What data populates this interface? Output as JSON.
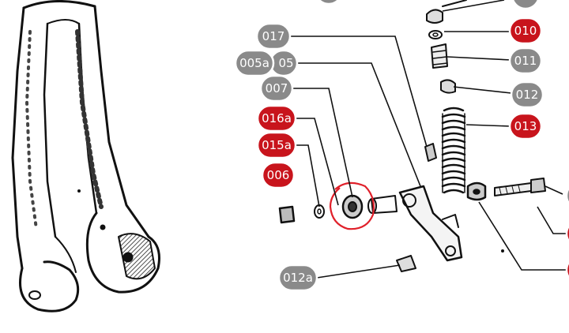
{
  "diagram": {
    "badge_colors": {
      "gray": "#8a8a8a",
      "red": "#c8141c",
      "ring": "#ffffff"
    },
    "callouts": [
      {
        "id": "017",
        "label": "017",
        "color": "gray"
      },
      {
        "id": "005a",
        "label": "005a",
        "color": "gray"
      },
      {
        "id": "05",
        "label": "05",
        "color": "gray"
      },
      {
        "id": "007",
        "label": "007",
        "color": "gray"
      },
      {
        "id": "016a",
        "label": "016a",
        "color": "red"
      },
      {
        "id": "015a",
        "label": "015a",
        "color": "red"
      },
      {
        "id": "006",
        "label": "006",
        "color": "red"
      },
      {
        "id": "012a",
        "label": "012a",
        "color": "gray"
      },
      {
        "id": "010",
        "label": "010",
        "color": "red"
      },
      {
        "id": "011",
        "label": "011",
        "color": "gray"
      },
      {
        "id": "012",
        "label": "012",
        "color": "gray"
      },
      {
        "id": "013",
        "label": "013",
        "color": "red"
      }
    ],
    "partial_callouts": [
      {
        "id": "top-right",
        "color": "gray"
      },
      {
        "id": "top-center",
        "color": "gray"
      },
      {
        "id": "right-1",
        "color": "gray"
      },
      {
        "id": "right-2",
        "color": "red"
      },
      {
        "id": "right-3",
        "color": "red"
      }
    ],
    "highlight_color": "#e0202a"
  }
}
